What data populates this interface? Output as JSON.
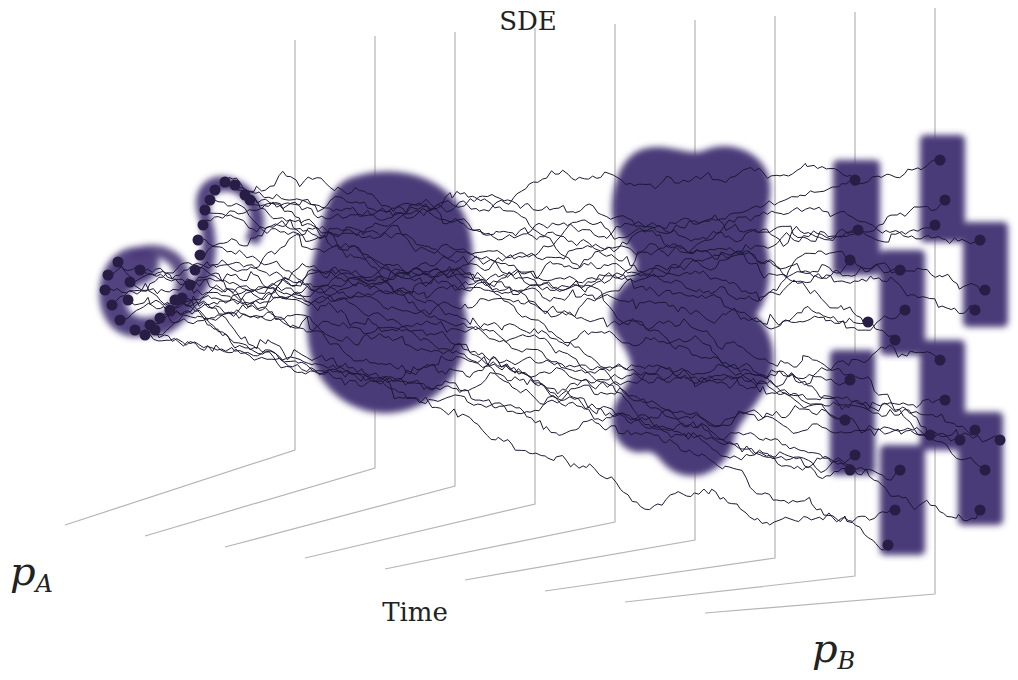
{
  "diagram": {
    "title": "SDE",
    "labels": [
      "Time",
      "p",
      "A",
      "p",
      "B"
    ]
  }
}
